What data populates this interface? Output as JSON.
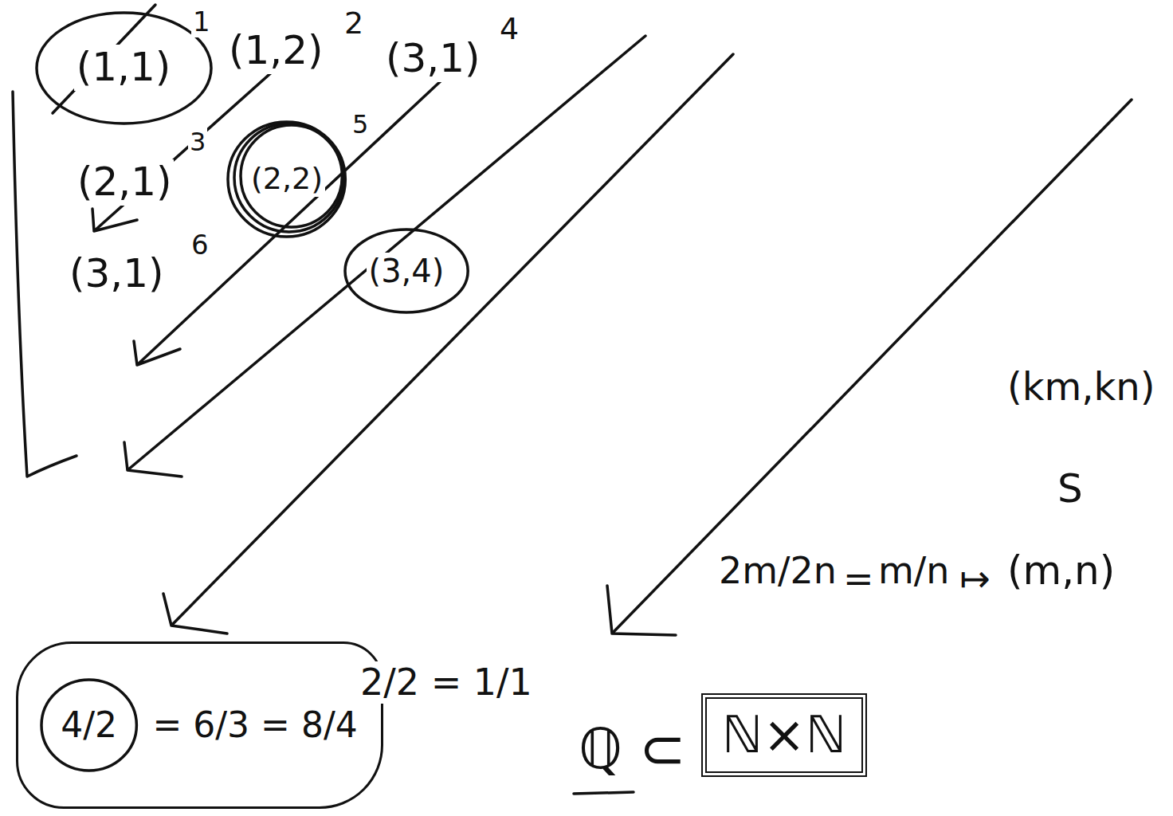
{
  "diagram": {
    "nodes": [
      {
        "text": [
          "(1,1)"
        ]
      },
      {
        "text": [
          "(2,2)"
        ]
      },
      {
        "text": [
          "(3,4)"
        ]
      },
      {
        "text": [
          "= 6/3 = 8/4"
        ]
      },
      {
        "text": [
          "4/2"
        ],
        "in": 3
      },
      {
        "text": [
          "ℕ×ℕ"
        ]
      }
    ],
    "labels": [
      "1",
      "(1,2)",
      "2",
      "(3,1)",
      "4",
      "(2,1)",
      "3",
      "5",
      "(3,1)",
      "6",
      "2/2 = 1/1",
      "(km,kn)",
      "S",
      "2m/2n",
      "=",
      "m/n",
      "↦",
      "(m,n)",
      "ℚ",
      "⊂"
    ]
  }
}
